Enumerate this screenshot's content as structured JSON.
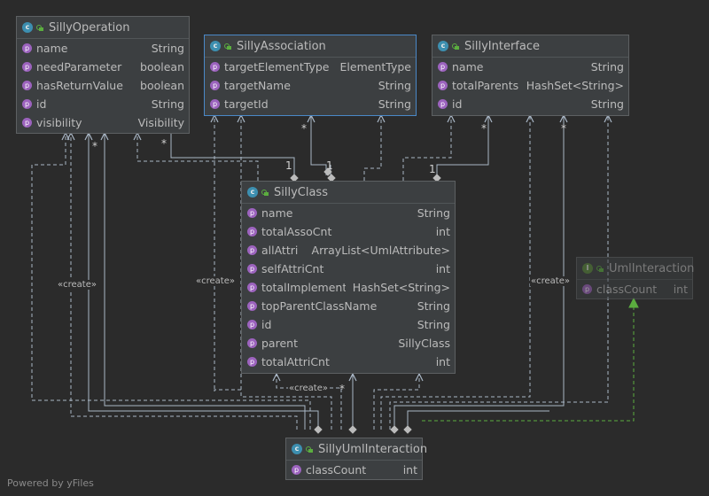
{
  "classes": {
    "silly_operation": {
      "badge": "c",
      "name": "SillyOperation",
      "fields": [
        {
          "name": "name",
          "type": "String"
        },
        {
          "name": "needParameter",
          "type": "boolean"
        },
        {
          "name": "hasReturnValue",
          "type": "boolean"
        },
        {
          "name": "id",
          "type": "String"
        },
        {
          "name": "visibility",
          "type": "Visibility"
        }
      ]
    },
    "silly_association": {
      "badge": "c",
      "name": "SillyAssociation",
      "fields": [
        {
          "name": "targetElementType",
          "type": "ElementType"
        },
        {
          "name": "targetName",
          "type": "String"
        },
        {
          "name": "targetId",
          "type": "String"
        }
      ]
    },
    "silly_interface": {
      "badge": "c",
      "name": "SillyInterface",
      "fields": [
        {
          "name": "name",
          "type": "String"
        },
        {
          "name": "totalParents",
          "type": "HashSet<String>"
        },
        {
          "name": "id",
          "type": "String"
        }
      ]
    },
    "silly_class": {
      "badge": "c",
      "name": "SillyClass",
      "fields": [
        {
          "name": "name",
          "type": "String"
        },
        {
          "name": "totalAssoCnt",
          "type": "int"
        },
        {
          "name": "allAttri",
          "type": "ArrayList<UmlAttribute>"
        },
        {
          "name": "selfAttriCnt",
          "type": "int"
        },
        {
          "name": "totalImplement",
          "type": "HashSet<String>"
        },
        {
          "name": "topParentClassName",
          "type": "String"
        },
        {
          "name": "id",
          "type": "String"
        },
        {
          "name": "parent",
          "type": "SillyClass"
        },
        {
          "name": "totalAttriCnt",
          "type": "int"
        }
      ]
    },
    "uml_interaction": {
      "badge": "I",
      "name": "UmlInteraction",
      "fields": [
        {
          "name": "classCount",
          "type": "int"
        }
      ]
    },
    "silly_uml_interaction": {
      "badge": "c",
      "name": "SillyUmlInteraction",
      "fields": [
        {
          "name": "classCount",
          "type": "int"
        }
      ]
    }
  },
  "field_badge": "p",
  "edge_labels": {
    "create": "«create»"
  },
  "multiplicities": {
    "one": "1",
    "many": "*"
  },
  "footer": "Powered by yFiles",
  "colors": {
    "background": "#2b2b2b",
    "node_bg": "#3c3f41",
    "edge": "#a9b7c6",
    "realization": "#5bad3f",
    "selected_border": "#4a88c7",
    "field_icon": "#9c63be",
    "class_icon": "#3d8fb0"
  }
}
